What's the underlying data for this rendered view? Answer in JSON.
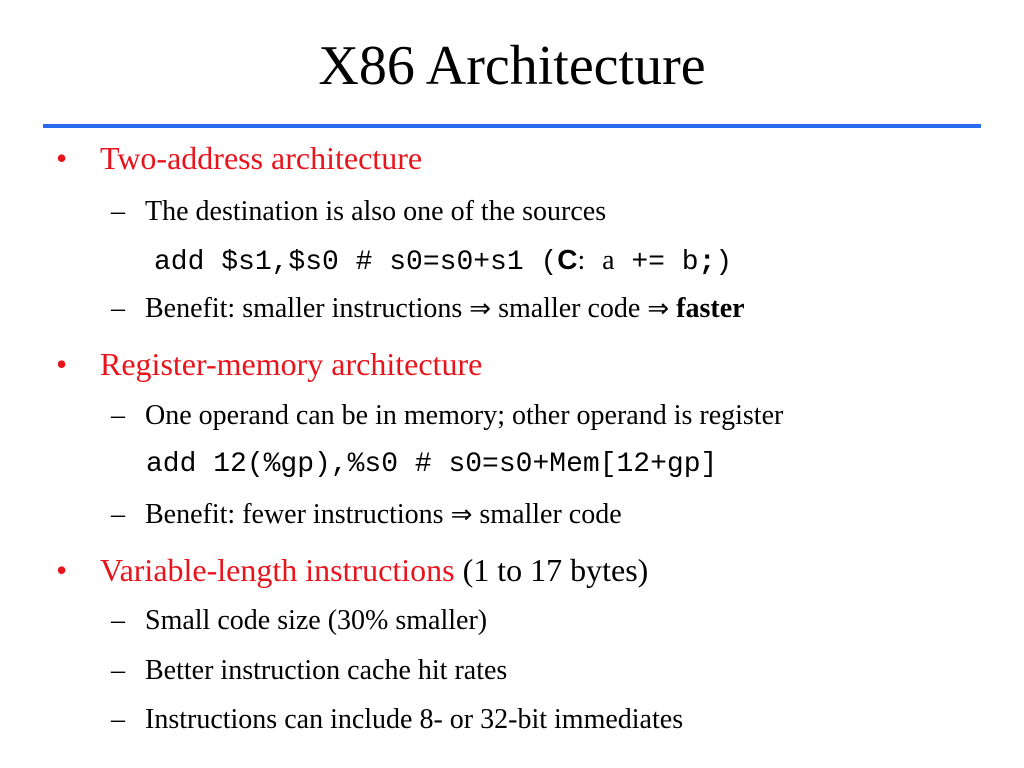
{
  "slide": {
    "title": "X86 Architecture",
    "bullet_glyph": "•",
    "dash_glyph": "–",
    "arrow_glyph": "⇒",
    "bullets": [
      {
        "text": "Two-address architecture",
        "subs": [
          {
            "text": "The destination is also one of the sources"
          },
          {
            "code": "add $s1,$s0 # s0=s0+s1 (",
            "code_lang": "C",
            "code_colon": ":",
            "code_a": "a",
            "code_op": "+= b",
            "code_semi": ";",
            "code_close": ")"
          },
          {
            "text": "Benefit: smaller instructions",
            "mid": "smaller code",
            "end_bold": "faster"
          }
        ]
      },
      {
        "text": "Register-memory architecture",
        "subs": [
          {
            "text": "One operand can be in memory; other operand is register"
          },
          {
            "code": "add 12(%gp),%s0 # s0=s0+Mem[12+gp]"
          },
          {
            "text": "Benefit: fewer instructions",
            "mid": "smaller code"
          }
        ]
      },
      {
        "text": "Variable-length instructions",
        "suffix": "(1 to 17 bytes)",
        "subs": [
          {
            "text": "Small code size (30% smaller)"
          },
          {
            "text": "Better instruction cache hit rates"
          },
          {
            "text": "Instructions can include 8- or 32-bit immediates"
          }
        ]
      }
    ]
  },
  "colors": {
    "bullet_heading": "#e8141c",
    "title_rule": "#2a6cf0",
    "text": "#000000",
    "background": "#ffffff"
  }
}
